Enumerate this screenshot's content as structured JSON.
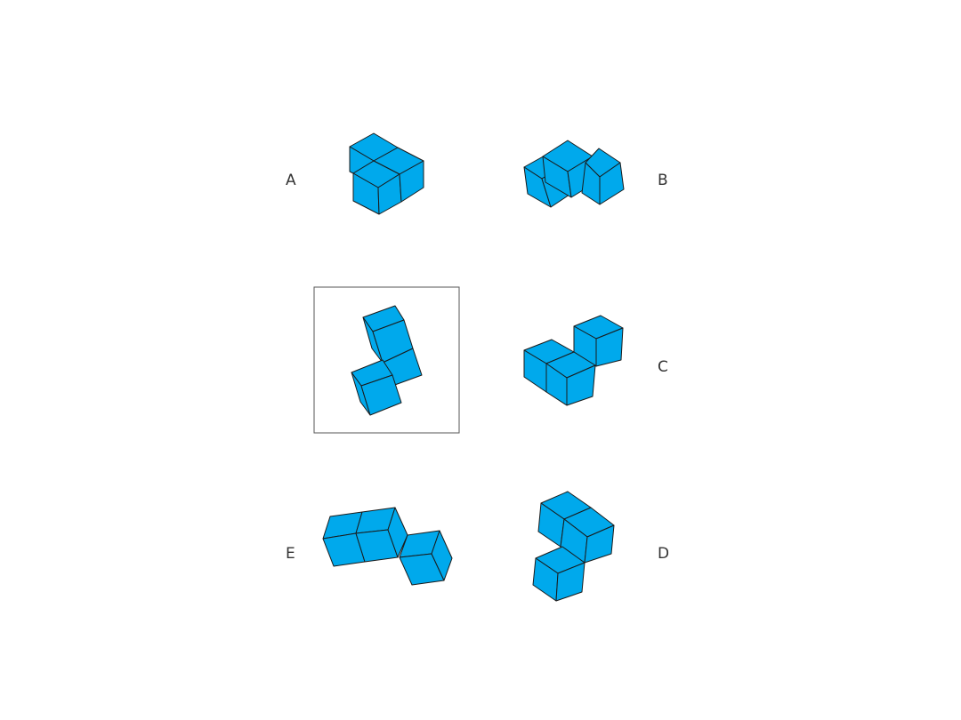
{
  "colors": {
    "cube_fill": "#00a9ec",
    "edge": "#1a1a1a",
    "frame": "#555555",
    "label": "#333333"
  },
  "reference": {
    "label": ""
  },
  "options": [
    {
      "id": "A",
      "label": "A"
    },
    {
      "id": "B",
      "label": "B"
    },
    {
      "id": "C",
      "label": "C"
    },
    {
      "id": "D",
      "label": "D"
    },
    {
      "id": "E",
      "label": "E"
    }
  ]
}
